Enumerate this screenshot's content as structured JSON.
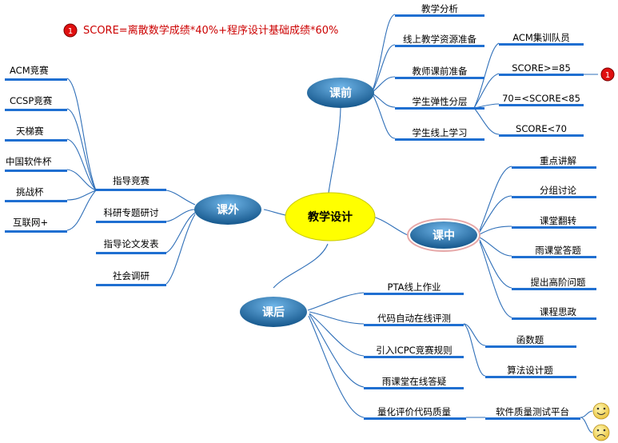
{
  "score_note": {
    "marker": "1",
    "text": "SCORE=离散数学成绩*40%+程序设计基础成绩*60%"
  },
  "center": "教学设计",
  "pre": {
    "label": "课前",
    "items": [
      "教学分析",
      "线上教学资源准备",
      "教师课前准备",
      "学生弹性分层",
      "学生线上学习"
    ],
    "layers": [
      "ACM集训队员",
      "SCORE>=85",
      "70=<SCORE<85",
      "SCORE<70"
    ],
    "marker": "1"
  },
  "mid": {
    "label": "课中",
    "items": [
      "重点讲解",
      "分组讨论",
      "课堂翻转",
      "雨课堂答题",
      "提出高阶问题",
      "课程思政"
    ]
  },
  "post": {
    "label": "课后",
    "items": [
      "PTA线上作业",
      "代码自动在线评测",
      "引入ICPC竞赛规则",
      "雨课堂在线答疑",
      "量化评价代码质量"
    ],
    "judge_types": [
      "函数题",
      "算法设计题"
    ],
    "platform": "软件质量测试平台"
  },
  "extra": {
    "label": "课外",
    "items": [
      "指导竞赛",
      "科研专题研讨",
      "指导论文发表",
      "社会调研"
    ],
    "contests": [
      "ACM竞赛",
      "CCSP竞赛",
      "天梯赛",
      "中国软件杯",
      "挑战杯",
      "互联网+"
    ]
  },
  "colors": {
    "bar": "#1f6fd1",
    "line": "#2f6fb8",
    "center_fill": "#ffff00",
    "node_dark": "#1a5f95",
    "node_light": "#5aa6de",
    "score_red": "#cc0000",
    "marker_red": "#e01010"
  }
}
